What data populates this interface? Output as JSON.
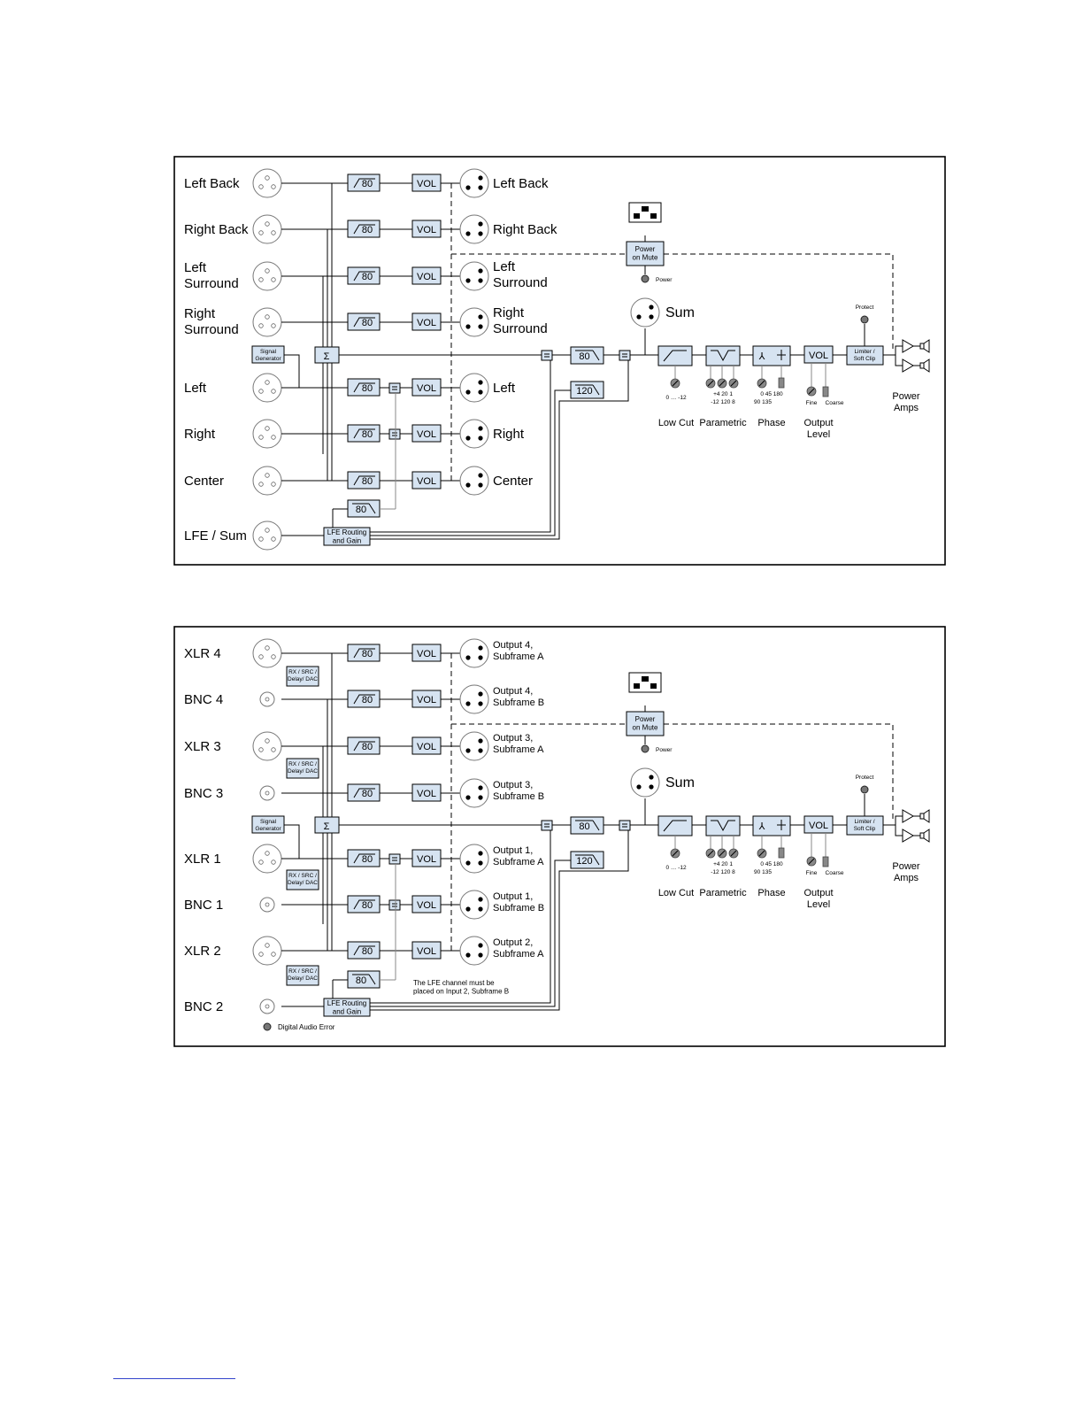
{
  "diagram1": {
    "inputs": [
      "Left Back",
      "Right Back",
      "Left\nSurround",
      "Right\nSurround",
      "Left",
      "Right",
      "Center",
      "LFE / Sum"
    ],
    "outputs": [
      "Left Back",
      "Right Back",
      "Left\nSurround",
      "Right\nSurround",
      "Left",
      "Right",
      "Center"
    ],
    "signal_generator": "Signal\nGenerator",
    "lfe_routing": "LFE Routing\nand Gain",
    "digital_error": "",
    "lfe_note": ""
  },
  "diagram2": {
    "inputs": [
      "XLR 4",
      "BNC 4",
      "XLR 3",
      "BNC 3",
      "XLR 1",
      "BNC 1",
      "XLR 2",
      "BNC 2"
    ],
    "outputs": [
      "Output 4,\nSubframe A",
      "Output 4,\nSubframe B",
      "Output 3,\nSubframe A",
      "Output 3,\nSubframe B",
      "Output 1,\nSubframe A",
      "Output 1,\nSubframe B",
      "Output 2,\nSubframe A"
    ],
    "signal_generator": "Signal\nGenerator",
    "lfe_routing": "LFE Routing\nand Gain",
    "rx_block": "RX / SRC /\nDelay/ DAC",
    "digital_error": "Digital Audio Error",
    "lfe_note": "The LFE channel must be\nplaced on Input 2, Subframe B"
  },
  "common": {
    "hp_label": "80",
    "lp_label": "80",
    "hp120_label": "120",
    "vol_label": "VOL",
    "sum_label": "Sum",
    "power_mute": "Power\non Mute",
    "power_led": "Power",
    "protect_led": "Protect",
    "limiter": "Limiter /\nSoft Clip",
    "low_cut": "Low Cut",
    "low_cut_range": "0 … -12",
    "parametric": "Parametric",
    "param_top": "+4   20    1",
    "param_bot": "-12 120   8",
    "phase": "Phase",
    "phase_top": "0 45   180",
    "phase_bot": "90 135",
    "output_level": "Output\nLevel",
    "fine": "Fine",
    "coarse": "Coarse",
    "power_amps": "Power\nAmps",
    "sigma": "Σ"
  }
}
